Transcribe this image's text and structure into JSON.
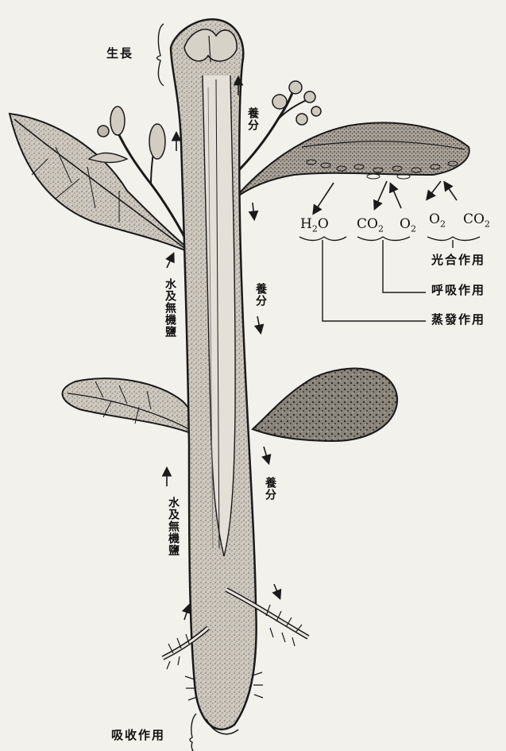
{
  "labels": {
    "growth": "生長",
    "photosynthesis": "光合作用",
    "respiration": "呼吸作用",
    "transpiration": "蒸發作用",
    "absorption": "吸收作用"
  },
  "chemicals": {
    "h2o": "H2O",
    "co2_resp": "CO2",
    "o2_resp": "O2",
    "o2_photo": "O2",
    "co2_photo": "CO2"
  },
  "flows": {
    "nutrients_top": "養分",
    "nutrients_mid": "養分",
    "nutrients_low": "養分",
    "water_upper": "水及無機鹽",
    "water_lower": "水及無機鹽"
  },
  "colors": {
    "ink": "#1a1a1a",
    "tissue": "#bdb8ad",
    "tissue_dark": "#8f8a80",
    "paper": "#f3f1ec"
  }
}
